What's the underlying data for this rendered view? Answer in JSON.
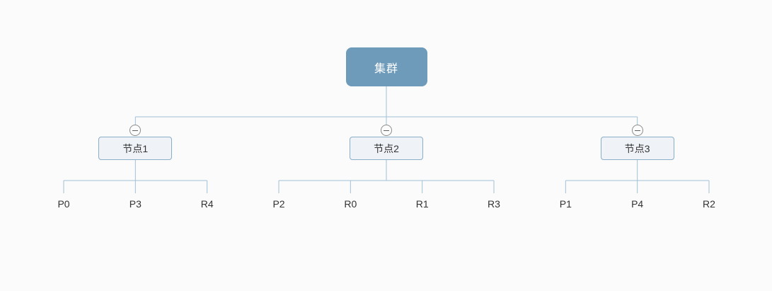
{
  "diagram": {
    "title": "cluster-topology-tree",
    "type": "tree"
  },
  "colors": {
    "background": "#fbfbfb",
    "line": "#a2c0d6",
    "root_fill": "#6f9bba",
    "root_text": "#ffffff",
    "node_fill": "#eff3f8",
    "node_border": "#8aadc8",
    "node_text": "#333333",
    "leaf_text": "#333333",
    "collapse_circle_fill": "#fcfcfc",
    "collapse_circle_stroke": "#8c8c8c",
    "collapse_minus": "#5f5f5f"
  },
  "icons": {
    "collapse": "minus-circle-icon"
  },
  "tree": {
    "root": {
      "label": "集群"
    },
    "nodes": [
      {
        "label": "节点1",
        "collapse_state": "expanded",
        "leaves": [
          "P0",
          "P3",
          "R4"
        ]
      },
      {
        "label": "节点2",
        "collapse_state": "expanded",
        "leaves": [
          "P2",
          "R0",
          "R1",
          "R3"
        ]
      },
      {
        "label": "节点3",
        "collapse_state": "expanded",
        "leaves": [
          "P1",
          "P4",
          "R2"
        ]
      }
    ]
  }
}
